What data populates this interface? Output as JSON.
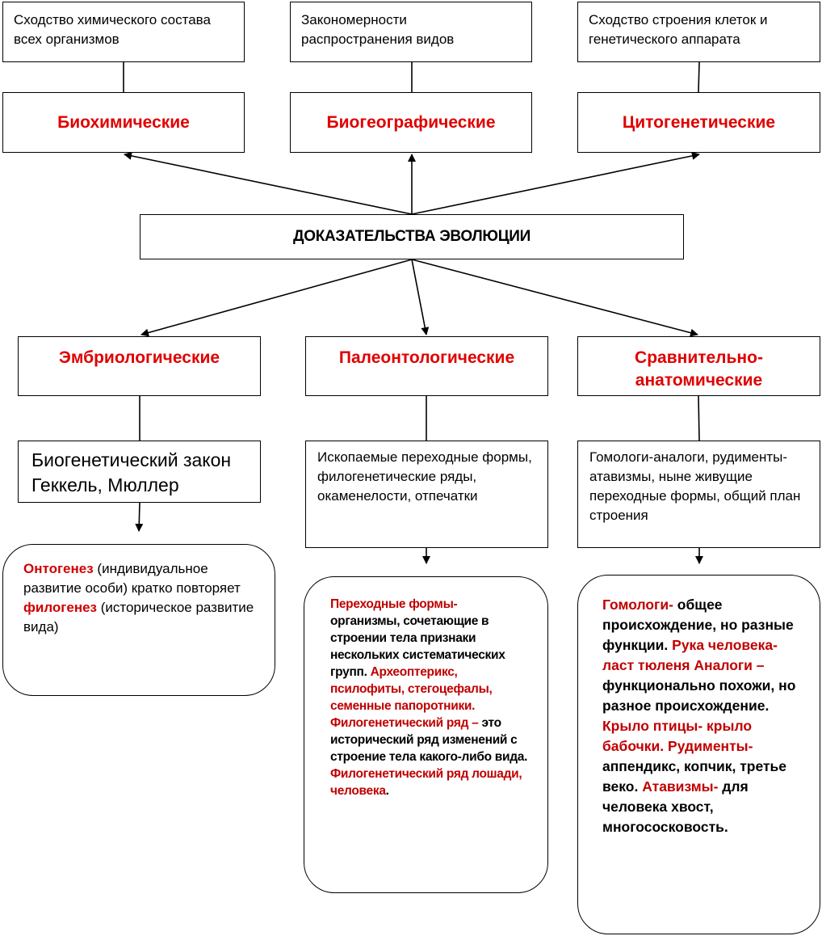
{
  "top_descriptions": [
    "Сходство химического состава всех организмов",
    "Закономерности распространения видов",
    "Сходство строения клеток и генетического аппарата"
  ],
  "top_categories": [
    "Биохимические",
    "Биогеографические",
    "Цитогенетические"
  ],
  "center_title": "ДОКАЗАТЕЛЬСТВА ЭВОЛЮЦИИ",
  "bottom_categories": [
    "Эмбриологические",
    "Палеонтологические",
    "Сравнительно-анатомические"
  ],
  "bottom_descriptions": {
    "embryo": "Биогенетический закон Геккель, Мюллер",
    "paleo": "Ископаемые переходные формы, филогенетические ряды, окаменелости, отпечатки",
    "anatomy": "Гомологи-аналоги, рудименты-атавизмы, ныне живущие переходные формы, общий план строения"
  },
  "details": {
    "embryo": {
      "term1": "Онтогенез",
      "text1": " (индивидуальное развитие особи) кратко повторяет ",
      "term2": "филогенез",
      "text2": " (историческое развитие вида)"
    },
    "paleo": {
      "term1": "Переходные формы-",
      "text1": " организмы, сочетающие в строении тела признаки нескольких систематических групп.",
      "examples1": "Археоптерикс, псилофиты, стегоцефалы, семенные папоротники.",
      "term2": "Филогенетический ряд –",
      "text2": " это исторический ряд изменений с строение тела какого-либо вида.",
      "examples2": "Филогенетический ряд лошади, человека",
      "end": "."
    },
    "anatomy": {
      "term1": "Гомологи-",
      "text1": " общее происхождение, но разные функции.",
      "example1": "Рука человека- ласт тюленя",
      "term2": "Аналоги –",
      "text2": " функционально похожи, но разное происхождение.",
      "example2": "Крыло птицы- крыло бабочки.",
      "term3": "Рудименты-",
      "text3": " аппендикс, копчик, третье веко.",
      "term4": "Атавизмы-",
      "text4": "  для человека хвост, многососковость."
    }
  }
}
